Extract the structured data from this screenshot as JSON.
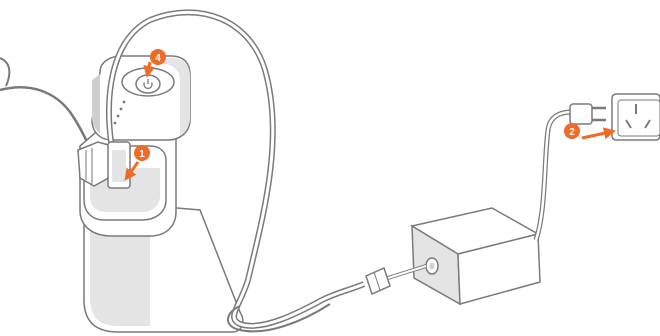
{
  "steps": [
    {
      "number": "1",
      "label": "plug-into-device"
    },
    {
      "number": "2",
      "label": "plug-into-wall-outlet"
    },
    {
      "number": "4",
      "label": "press-power-button"
    }
  ],
  "icons": {
    "device": "battery-device-icon",
    "power_button": "power-icon",
    "adapter": "power-adapter-icon",
    "plug": "wall-plug-icon",
    "outlet": "wall-outlet-icon",
    "arrow": "arrow-icon"
  },
  "colors": {
    "line": "#7a7a7a",
    "accent": "#f06a28",
    "fill": "#ffffff",
    "shade": "#e4e4e4",
    "dark_shade": "#cfcfcf"
  }
}
